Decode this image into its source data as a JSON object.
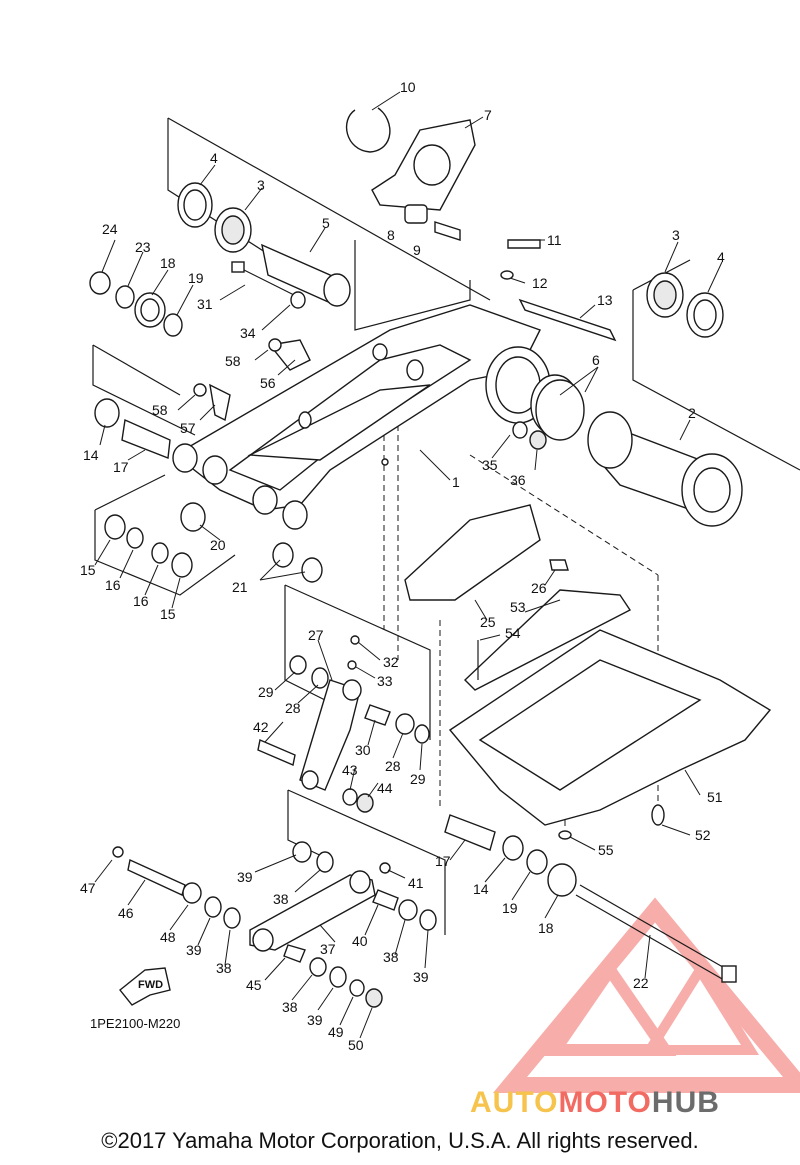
{
  "diagram": {
    "drawing_code": "1PE2100-M220",
    "fwd_label": "FWD",
    "part_numbers": [
      "1",
      "2",
      "3",
      "3",
      "4",
      "4",
      "5",
      "6",
      "7",
      "8",
      "9",
      "10",
      "11",
      "12",
      "13",
      "14",
      "14",
      "15",
      "15",
      "16",
      "16",
      "17",
      "17",
      "18",
      "18",
      "19",
      "19",
      "20",
      "21",
      "22",
      "23",
      "24",
      "25",
      "26",
      "27",
      "28",
      "28",
      "29",
      "29",
      "30",
      "31",
      "32",
      "33",
      "34",
      "35",
      "36",
      "37",
      "38",
      "38",
      "38",
      "38",
      "39",
      "39",
      "39",
      "39",
      "40",
      "41",
      "42",
      "43",
      "44",
      "45",
      "46",
      "47",
      "48",
      "49",
      "50",
      "51",
      "52",
      "53",
      "54",
      "55",
      "56",
      "57",
      "58",
      "58"
    ]
  },
  "watermark": {
    "part1": "AUTO",
    "part2": "MOTO",
    "part3": "HUB",
    "colors": {
      "auto": "#f6c34c",
      "moto": "#f26b63",
      "hub": "#6c6c6c",
      "triangle": "#f26b63"
    }
  },
  "footer": {
    "copyright": "©2017 Yamaha Motor Corporation, U.S.A. All rights reserved."
  }
}
